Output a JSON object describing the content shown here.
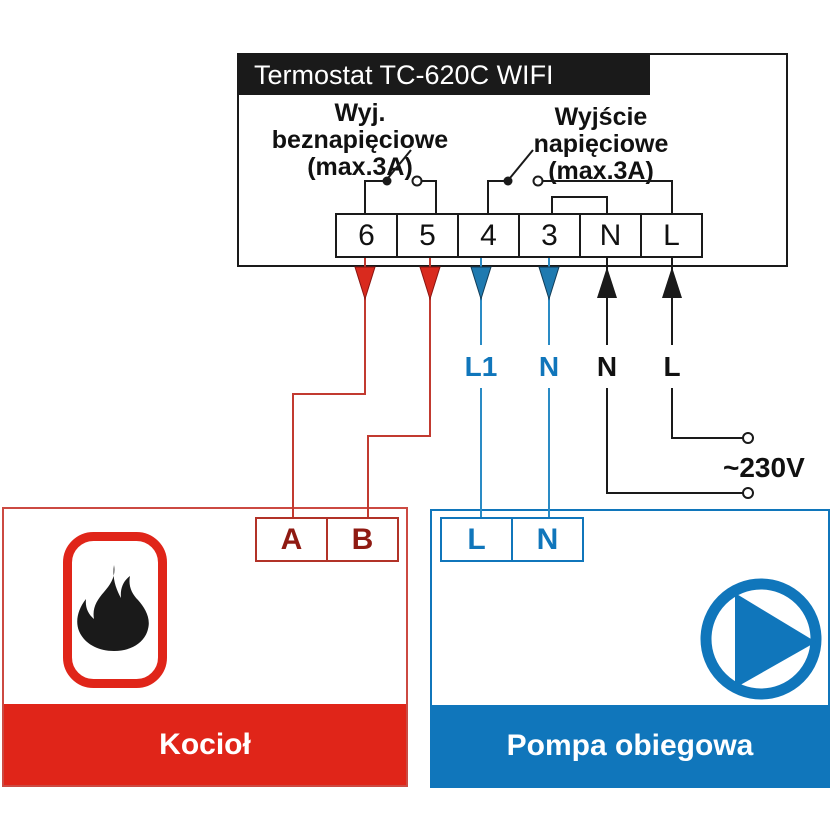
{
  "thermostat": {
    "title": "Termostat TC-620C WIFI",
    "voltfree_label": {
      "line1": "Wyj. beznapięciowe",
      "line2": "(max.3A)"
    },
    "voltage_label": {
      "line1": "Wyjście napięciowe",
      "line2": "(max.3A)"
    },
    "terminals": [
      "6",
      "5",
      "4",
      "3",
      "N",
      "L"
    ]
  },
  "wire_labels": {
    "live_out": "L1",
    "neutral_out": "N",
    "neutral_in": "N",
    "live_in": "L",
    "mains": "~230V"
  },
  "boiler": {
    "name": "Kocioł",
    "terminals": [
      "A",
      "B"
    ],
    "icon": "flame-icon"
  },
  "pump": {
    "name": "Pompa obiegowa",
    "terminals": [
      "L",
      "N"
    ],
    "icon": "pump-icon"
  },
  "colors": {
    "black": "#1a1a1a",
    "red": "#e02519",
    "red_wire": "#c23a30",
    "red_arrow": "#d92a1e",
    "dark_red_text": "#8f1a12",
    "blue": "#1076bb",
    "blue_wire": "#2a8bc5",
    "blue_arrow": "#1f7ab0"
  }
}
